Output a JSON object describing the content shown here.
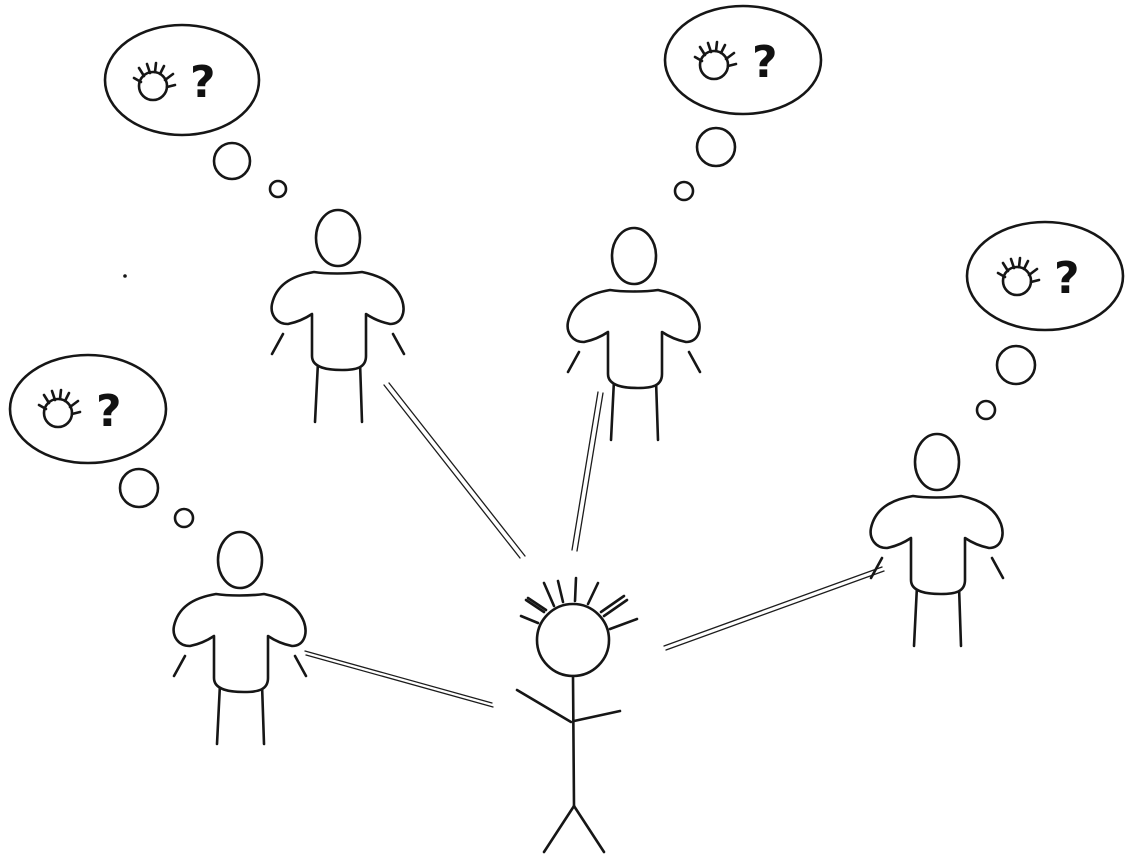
{
  "diagram": {
    "type": "sketch",
    "ink_color": "#161616",
    "background_color": "#ffffff",
    "bubble_symbol": "?",
    "bubble_icon": "lightbulb-with-rays-icon",
    "center_figure_icon": "stick-figure-with-idea-rays",
    "audience_figure_icon": "shirt-figure",
    "audience_count": 4
  }
}
